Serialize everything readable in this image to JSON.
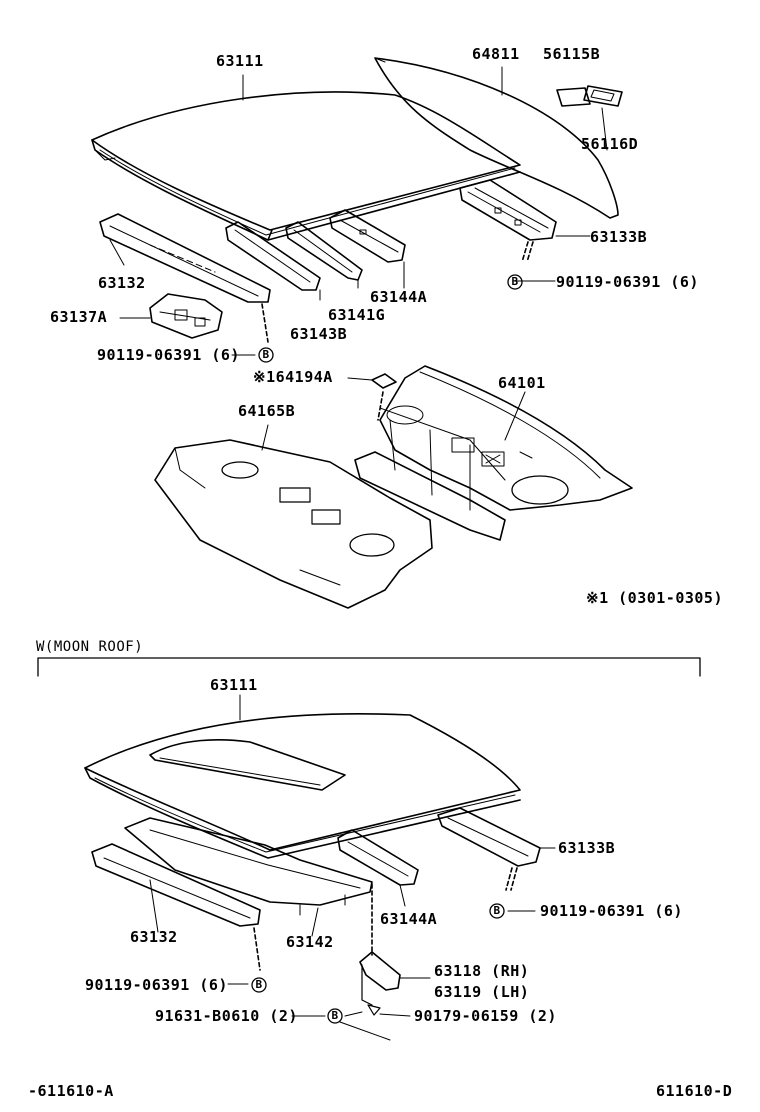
{
  "upper": {
    "roof_panel": "63111",
    "back_window": "64811",
    "part_56115B": "56115B",
    "part_56116D": "56116D",
    "rear_header": "63133B",
    "bolt_right": "90119-06391 (6)",
    "front_header": "63132",
    "bracket": "63137A",
    "bolt_left": "90119-06391 (6)",
    "bow_63143B": "63143B",
    "bow_63141G": "63141G",
    "bow_63144A": "63144A",
    "pad": "※164194A",
    "package_tray": "64101",
    "tray_trim": "64165B",
    "footnote": "※1 (0301-0305)",
    "bolt_marker": "B"
  },
  "lower": {
    "section_title": "W(MOON ROOF)",
    "roof_panel": "63111",
    "rear_header": "63133B",
    "bolt_right": "90119-06391 (6)",
    "bow_63144A": "63144A",
    "front_header": "63132",
    "reinforcement": "63142",
    "bolt_left": "90119-06391 (6)",
    "bracket_rh": "63118 (RH)",
    "bracket_lh": "63119 (LH)",
    "screw": "91631-B0610 (2)",
    "clip": "90179-06159 (2)",
    "bolt_marker": "B"
  },
  "footer": {
    "left_code": "-611610-A",
    "right_code": "611610-D"
  }
}
